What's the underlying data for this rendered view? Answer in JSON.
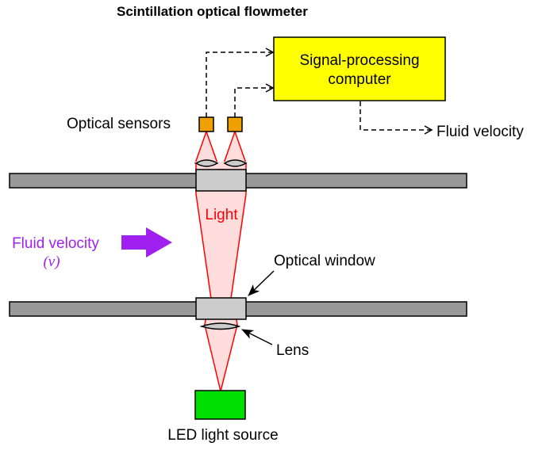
{
  "title": "Scintillation optical flowmeter",
  "computer": {
    "line1": "Signal-processing",
    "line2": "computer"
  },
  "labels": {
    "optical_sensors": "Optical sensors",
    "fluid_velocity_output": "Fluid velocity",
    "light": "Light",
    "fluid_velocity": "Fluid velocity",
    "velocity_symbol": "(v)",
    "optical_window": "Optical window",
    "lens": "Lens",
    "led_source": "LED light source"
  },
  "colors": {
    "computer_fill": "#ffff00",
    "sensor_fill": "#f0a000",
    "pipe_fill": "#999999",
    "window_fill": "#cccccc",
    "light_fill": "#ffdddd",
    "light_stroke": "#ff0000",
    "led_fill": "#00e000",
    "flow_arrow": "#a020f0"
  }
}
